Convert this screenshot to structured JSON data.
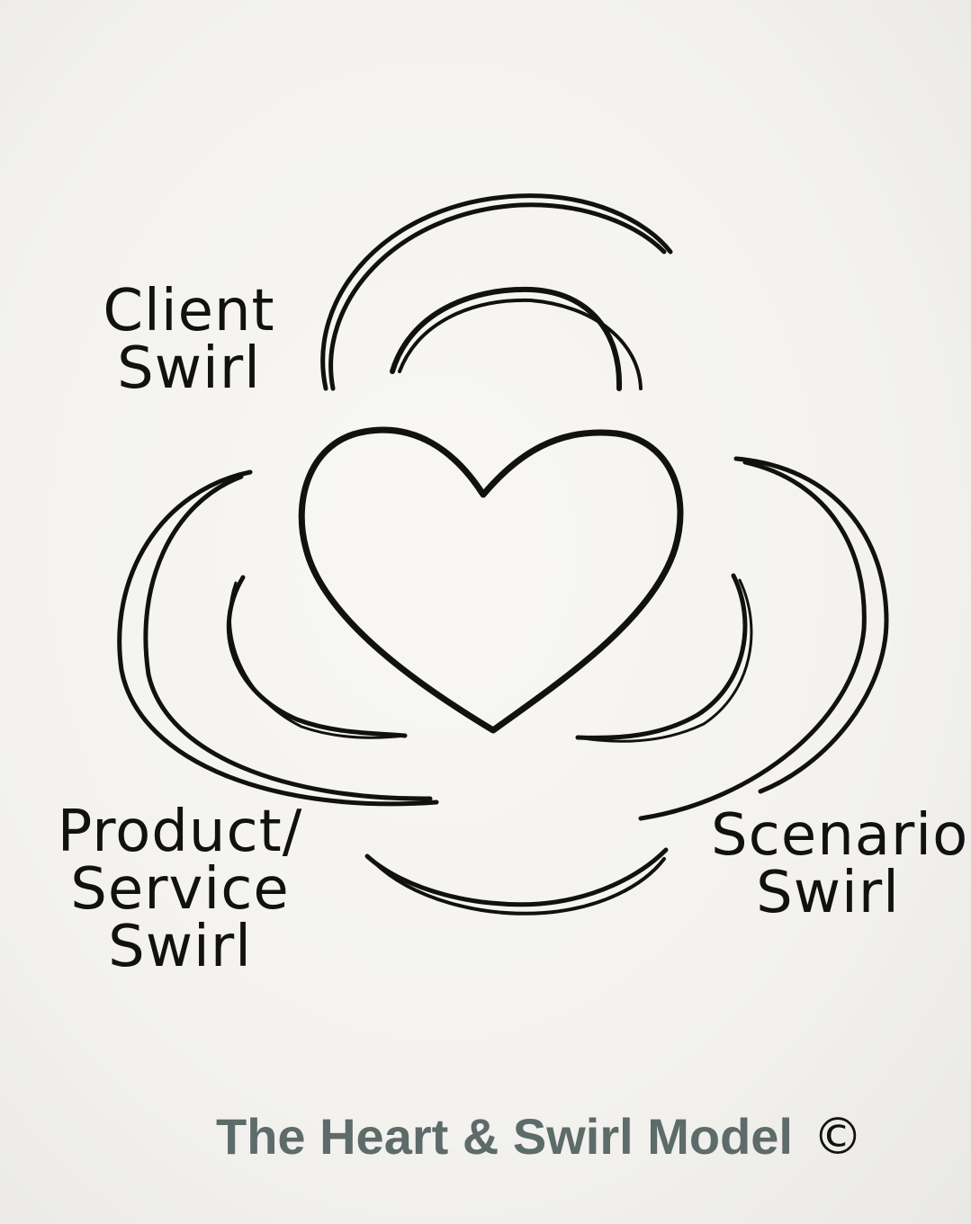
{
  "labels": {
    "client": [
      "Client",
      "Swirl"
    ],
    "product": [
      "Product/",
      "Service",
      "Swirl"
    ],
    "scenario": [
      "Scenario",
      "Swirl"
    ]
  },
  "footer": {
    "title": "The Heart & Swirl Model",
    "copyright_symbol": "©"
  },
  "icons": {
    "heart": "heart-icon",
    "swirl": "swirl-arc-icon"
  },
  "colors": {
    "ink": "#111111",
    "footer_text": "#5d6b6a",
    "background": "#f6f5f1"
  }
}
